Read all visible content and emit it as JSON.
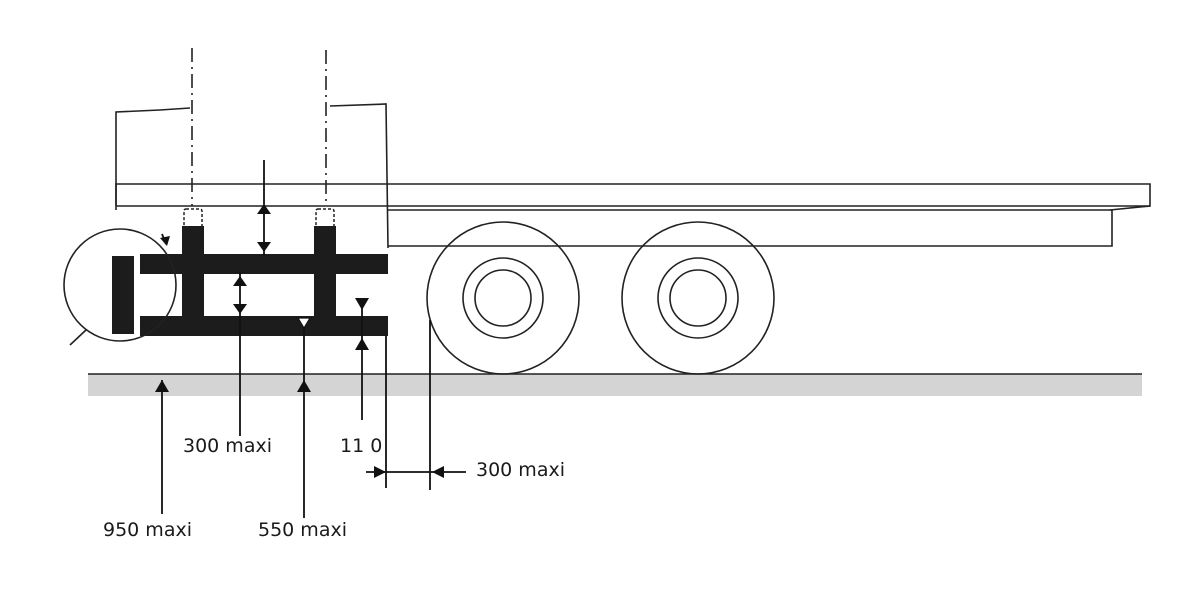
{
  "labels": {
    "dim_300_vertical": "300 maxi",
    "dim_110": "11 0",
    "dim_300_horizontal": "300 maxi",
    "dim_950": "950 maxi",
    "dim_550": "550 maxi"
  }
}
